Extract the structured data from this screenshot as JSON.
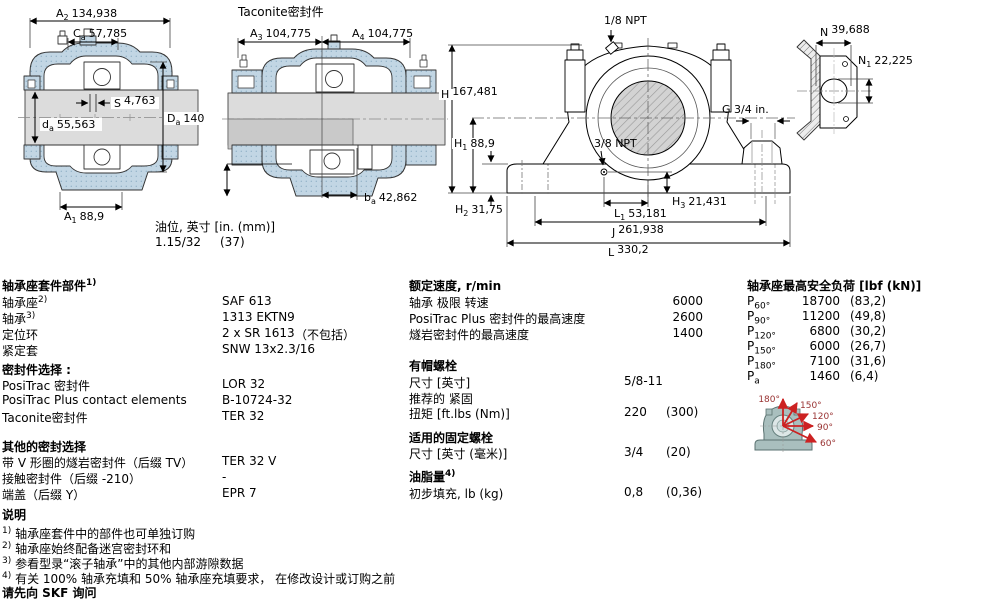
{
  "drawings": {
    "taconite_title": "Taconite密封件",
    "oil": {
      "line1": "油位, 英寸 [in. (mm)]",
      "val": "1.15/32",
      "mm": "(37)"
    },
    "left_dims": {
      "a2": {
        "base": "A",
        "sub": "2",
        "value": "134,938"
      },
      "ca": {
        "base": "C",
        "sub": "a",
        "value": "57,785"
      },
      "s": {
        "base": "S",
        "sub": "",
        "value": "4,763"
      },
      "da": {
        "base": "d",
        "sub": "a",
        "value": "55,563"
      },
      "DA": {
        "base": "D",
        "sub": "a",
        "value": "140"
      },
      "a1": {
        "base": "A",
        "sub": "1",
        "value": "88,9"
      }
    },
    "mid_dims": {
      "a3": {
        "base": "A",
        "sub": "3",
        "value": "104,775"
      },
      "a4": {
        "base": "A",
        "sub": "4",
        "value": "104,775"
      },
      "ba": {
        "base": "b",
        "sub": "a",
        "value": "42,862"
      }
    },
    "front_dims": {
      "npt18": "1/8 NPT",
      "npt38": "3/8 NPT",
      "g": "G  3/4 in.",
      "h": {
        "base": "H",
        "sub": "",
        "value": "167,481"
      },
      "h1": {
        "base": "H",
        "sub": "1",
        "value": "88,9"
      },
      "h2": {
        "base": "H",
        "sub": "2",
        "value": "31,75"
      },
      "h3": {
        "base": "H",
        "sub": "3",
        "value": "21,431"
      },
      "l1": {
        "base": "L",
        "sub": "1",
        "value": "53,181"
      },
      "j": {
        "base": "J",
        "sub": "",
        "value": "261,938"
      },
      "l": {
        "base": "L",
        "sub": "",
        "value": "330,2"
      }
    },
    "foot_dims": {
      "n": {
        "base": "N",
        "sub": "",
        "value": "39,688"
      },
      "n1": {
        "base": "N",
        "sub": "1",
        "value": "22,225"
      }
    },
    "load_angles": [
      "180°",
      "150°",
      "120°",
      "90°",
      "60°"
    ]
  },
  "tables": {
    "components": {
      "title": "轴承座套件部件",
      "title_sup": "1)",
      "rows": [
        {
          "label": "轴承座",
          "sup": "2)",
          "value": "SAF 613",
          "extra": ""
        },
        {
          "label": "轴承",
          "sup": "3)",
          "value": "1313 EKTN9",
          "extra": ""
        },
        {
          "label": "定位环",
          "sup": "",
          "value": "2 x SR 1613",
          "extra": "（不包括）"
        },
        {
          "label": "紧定套",
          "sup": "",
          "value": "SNW 13x2.3/16",
          "extra": ""
        }
      ]
    },
    "seal_options": {
      "title": "密封件选择 :",
      "rows": [
        {
          "label": "PosiTrac 密封件",
          "value": "LOR 32"
        },
        {
          "label": "PosiTrac Plus contact elements",
          "value": "B-10724-32"
        },
        {
          "label": "Taconite密封件",
          "value": "TER 32"
        }
      ]
    },
    "other_seals": {
      "title": "其他的密封选择",
      "rows": [
        {
          "label": "带 V 形圈的燧岩密封件（后缀 TV）",
          "value": "TER 32 V"
        },
        {
          "label": "接触密封件（后缀 -210）",
          "value": "-"
        },
        {
          "label": "端盖（后缀 Y）",
          "value": "EPR 7"
        }
      ]
    },
    "speed": {
      "title": "额定速度, r/min",
      "rows": [
        {
          "label": "轴承 极限 转速",
          "value": "6000"
        },
        {
          "label": "PosiTrac Plus 密封件的最高速度",
          "value": "2600"
        },
        {
          "label": "燧岩密封件的最高速度",
          "value": "1400"
        }
      ]
    },
    "cap_bolts": {
      "title": "有帽螺栓",
      "rows": [
        {
          "label": "尺寸 [英寸]",
          "v1": "5/8-11",
          "v2": ""
        },
        {
          "label": "推荐的 紧固",
          "v1": "",
          "v2": ""
        },
        {
          "label": "扭矩 [ft.lbs (Nm)]",
          "v1": "220",
          "v2": "(300)"
        }
      ]
    },
    "mount_bolts": {
      "title": "适用的固定螺栓",
      "rows": [
        {
          "label": "尺寸 [英寸 (毫米)]",
          "v1": "3/4",
          "v2": "(20)"
        }
      ]
    },
    "grease": {
      "title": "油脂量",
      "title_sup": "4)",
      "rows": [
        {
          "label": "初步填充, lb (kg)",
          "v1": "0,8",
          "v2": "(0,36)"
        }
      ]
    },
    "loads": {
      "title": "轴承座最高安全负荷 [lbf (kN)]",
      "rows": [
        {
          "base": "P",
          "sub": "60°",
          "v1": "18700",
          "v2": "(83,2)"
        },
        {
          "base": "P",
          "sub": "90°",
          "v1": "11200",
          "v2": "(49,8)"
        },
        {
          "base": "P",
          "sub": "120°",
          "v1": "6800",
          "v2": "(30,2)"
        },
        {
          "base": "P",
          "sub": "150°",
          "v1": "6000",
          "v2": "(26,7)"
        },
        {
          "base": "P",
          "sub": "180°",
          "v1": "7100",
          "v2": "(31,6)"
        },
        {
          "base": "P",
          "sub": "a",
          "v1": "1460",
          "v2": "(6,4)"
        }
      ]
    },
    "notes": {
      "title": "说明",
      "items": [
        {
          "sup": "1)",
          "text": "轴承座套件中的部件也可单独订购"
        },
        {
          "sup": "2)",
          "text": "轴承座始终配备迷宫密封环和"
        },
        {
          "sup": "3)",
          "text": "参看型录“滚子轴承”中的其他内部游隙数据"
        },
        {
          "sup": "4)",
          "text": "有关 100% 轴承充填和 50% 轴承座充填要求， 在修改设计或订购之前"
        }
      ],
      "footer": "请先向 SKF 询问"
    }
  },
  "colors": {
    "housing": "#c2d6e4",
    "shaft": "#dcdcdc",
    "arrow_red": "#cc2222",
    "load_body": "#a9bfbe"
  }
}
